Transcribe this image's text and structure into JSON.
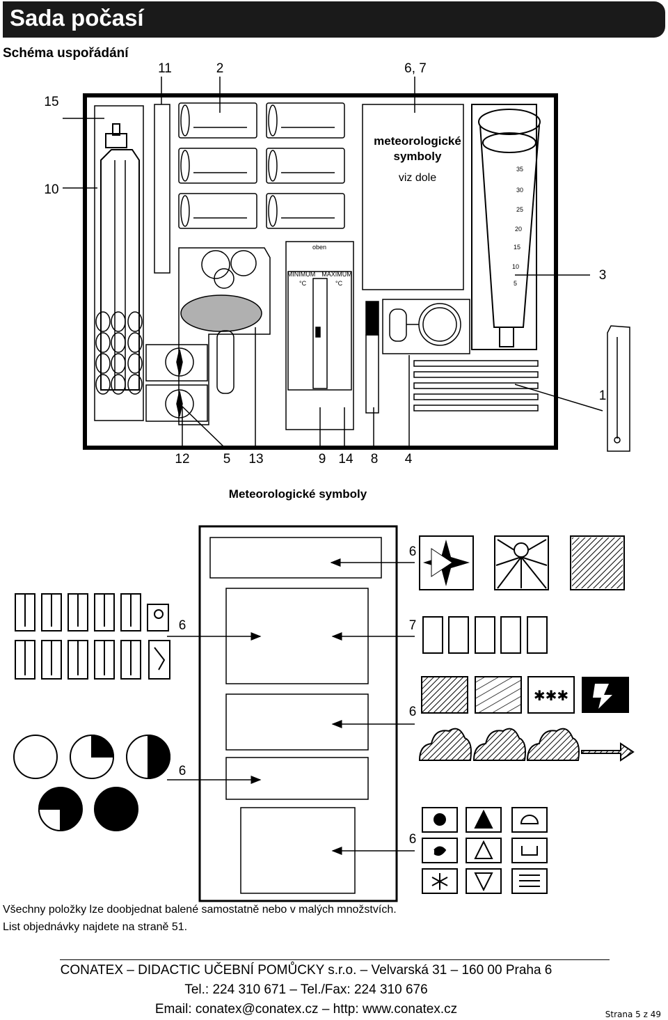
{
  "header": {
    "title": "Sada počasí"
  },
  "schema": {
    "heading": "Schéma uspořádání"
  },
  "top_figure": {
    "callouts": {
      "n11": "11",
      "n2": "2",
      "n67": "6, 7",
      "n15": "15",
      "n10": "10",
      "n3": "3",
      "n1": "1",
      "n12": "12",
      "n5": "5",
      "n13": "13",
      "n9": "9",
      "n14": "14",
      "n8": "8",
      "n4": "4"
    },
    "box_title_1": "meteorologické",
    "box_title_2": "symboly",
    "box_note": "viz dole",
    "thermo_brand": "oben",
    "thermo_min": "MINIMUM",
    "thermo_max": "MAXIMUM",
    "thermo_unit": "°C",
    "rain_scale": [
      "35",
      "30",
      "25",
      "20",
      "15",
      "10",
      "5"
    ]
  },
  "symbols_section": {
    "heading": "Meteorologické symboly",
    "callouts": {
      "a": "6",
      "b": "6",
      "c": "7",
      "d": "6",
      "e": "6",
      "f": "6"
    }
  },
  "note": {
    "line1": "Všechny položky lze doobjednat balené samostatně nebo v malých množstvích.",
    "line2": "List objednávky najdete na straně 51."
  },
  "footer": {
    "line1": "CONATEX – DIDACTIC UČEBNÍ POMŮCKY s.r.o. – Velvarská 31 – 160 00 Praha 6",
    "line2": "Tel.: 224 310 671 – Tel./Fax: 224 310 676",
    "line3": "Email: conatex@conatex.cz – http: www.conatex.cz"
  },
  "page": {
    "number": "Strana 5 z 49"
  }
}
